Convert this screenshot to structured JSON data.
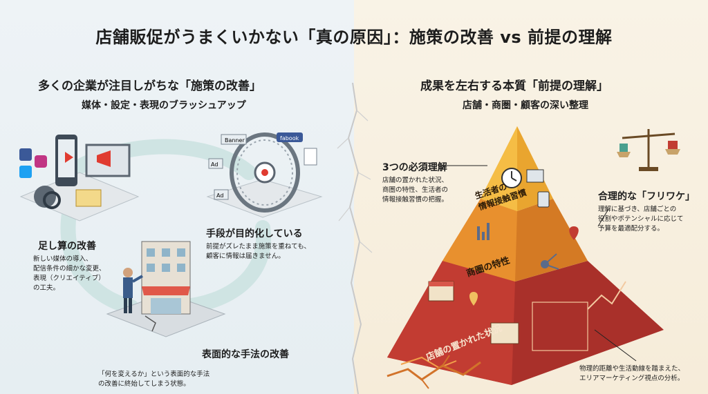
{
  "title": "店舗販促がうまくいかない「真の原因」：施策の改善 vs 前提の理解",
  "left": {
    "headline": "多くの企業が注目しがちな「施策の改善」",
    "subheadline": "媒体・設定・表現のブラッシュアップ",
    "block1": {
      "heading": "足し算の改善",
      "lines": [
        "新しい媒体の導入、",
        "配信条件の細かな変更、",
        "表現（クリエイティブ）",
        "の工夫。"
      ]
    },
    "block2": {
      "heading": "手段が目的化している",
      "lines": [
        "前提がズレたまま施策を重ねても、",
        "顧客に情報は届きません。"
      ]
    },
    "block3": {
      "heading": "表面的な手法の改善",
      "lines": [
        "「何を変えるか」という表面的な手法",
        "の改善に終始してしまう状態。"
      ]
    },
    "icon_labels": {
      "banner": "Banner",
      "facebook": "fabook",
      "ad1": "Ad",
      "ad2": "Ad"
    }
  },
  "right": {
    "headline": "成果を左右する本質「前提の理解」",
    "subheadline": "店舗・商圏・顧客の深い整理",
    "callout1": {
      "heading": "3つの必須理解",
      "lines": [
        "店舗の置かれた状況、",
        "商圏の特性、生活者の",
        "情報接触習慣の把握。"
      ]
    },
    "callout2": {
      "heading": "合理的な「フリワケ」",
      "lines": [
        "理解に基づき、店舗ごとの",
        "役割やポテンシャルに応じて",
        "予算を最適配分する。"
      ]
    },
    "callout3": {
      "lines": [
        "物理的距離や生活動線を踏まえた、",
        "エリアマーケティング視点の分析。"
      ]
    },
    "pyramid": {
      "top": [
        "生活者の",
        "情報接触習慣"
      ],
      "middle": "商圏の特性",
      "bottom": "店舗の置かれた状況"
    }
  },
  "colors": {
    "left_mark": "#a8d8d6",
    "right_mark": "#f5c96a",
    "pyr_top": "#f2b43a",
    "pyr_mid": "#e58a2c",
    "pyr_bot": "#b8342a"
  }
}
